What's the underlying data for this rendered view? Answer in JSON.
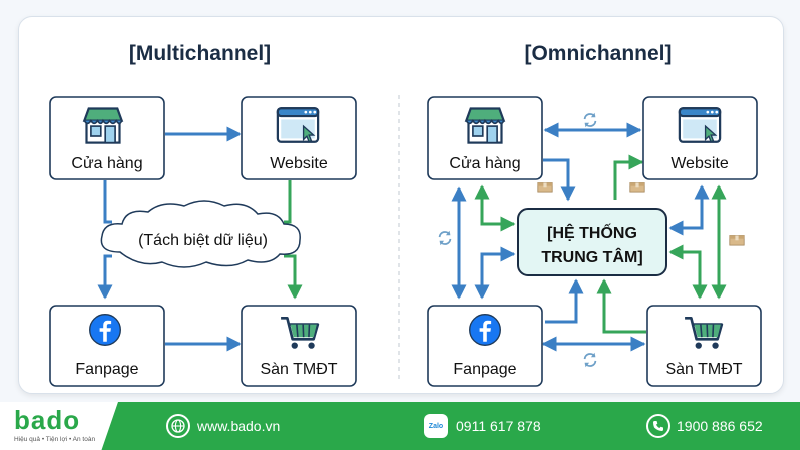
{
  "multichannel": {
    "title": "[Multichannel]",
    "nodes": {
      "store": "Cửa hàng",
      "website": "Website",
      "fanpage": "Fanpage",
      "marketplace": "Sàn TMĐT"
    },
    "separation_label": "(Tách biệt dữ liệu)"
  },
  "omnichannel": {
    "title": "[Omnichannel]",
    "nodes": {
      "store": "Cửa hàng",
      "website": "Website",
      "fanpage": "Fanpage",
      "marketplace": "Sàn TMĐT"
    },
    "hub_line1": "[HỆ THỐNG",
    "hub_line2": "TRUNG TÂM]"
  },
  "colors": {
    "blue_arrow": "#3b7fc4",
    "green_arrow": "#36a55a",
    "hub_fill": "#e3f6f4",
    "footer": "#2aa84a"
  },
  "footer": {
    "logo": "bado",
    "tagline": "Hiệu quả • Tiện lợi • An toàn",
    "website": "www.bado.vn",
    "zalo_label": "Zalo",
    "zalo_phone": "0911 617 878",
    "hotline": "1900 886 652"
  }
}
